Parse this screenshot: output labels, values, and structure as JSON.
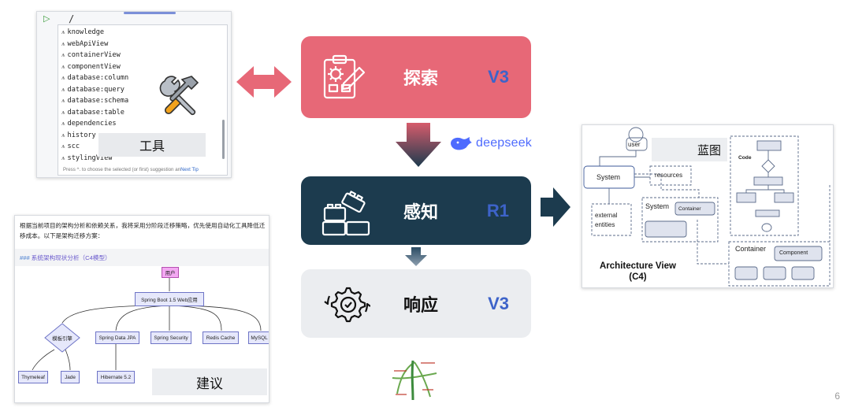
{
  "tools_panel": {
    "items": [
      "knowledge",
      "webApiView",
      "containerView",
      "componentView",
      "database:column",
      "database:query",
      "database:schema",
      "database:table",
      "dependencies",
      "history",
      "scc",
      "stylingView"
    ],
    "footer_text": "Press ^. to choose the selected (or first) suggestion an",
    "footer_link": "Next Tip",
    "label": "工具"
  },
  "suggestion_panel": {
    "intro": "根据当前项目的架构分析和依赖关系，我将采用分阶段迁移策略，优先使用自动化工具降低迁移成本。以下是架构迁移方案：",
    "heading_hash": "###",
    "heading": "系统架构现状分析（C4模型）",
    "diagram": {
      "user": "用户",
      "core": "Spring Boot 1.5 Web应用",
      "template": "模板引擎",
      "jpa": "Spring Data JPA",
      "security": "Spring Security",
      "redis": "Redis Cache",
      "mysql": "MySQL",
      "thymeleaf": "Thymeleaf",
      "jade": "Jade",
      "hibernate": "Hibernate 5.2"
    },
    "label": "建议"
  },
  "stages": [
    {
      "name": "探索",
      "version": "V3",
      "color": "#e76877",
      "icon": "clipboard-gear-icon"
    },
    {
      "name": "感知",
      "version": "R1",
      "color": "#1c3b4e",
      "icon": "bricks-icon"
    },
    {
      "name": "响应",
      "version": "V3",
      "color": "#ebedf0",
      "icon": "gear-check-icon"
    }
  ],
  "deepseek_brand": "deepseek",
  "blueprint": {
    "title": "蓝图",
    "user": "user",
    "system": "System",
    "resources": "resources",
    "external": "external",
    "entities": "entities",
    "system2": "System",
    "container": "Container",
    "code": "Code",
    "container2": "Container",
    "component": "Component",
    "arch_line1": "Architecture View",
    "arch_line2": "(C4)"
  },
  "page_number": "6",
  "colors": {
    "accent_red": "#e76877",
    "dark_navy": "#1c3b4e",
    "version_blue": "#3d63c9",
    "deepseek_blue": "#4e6bfe"
  }
}
